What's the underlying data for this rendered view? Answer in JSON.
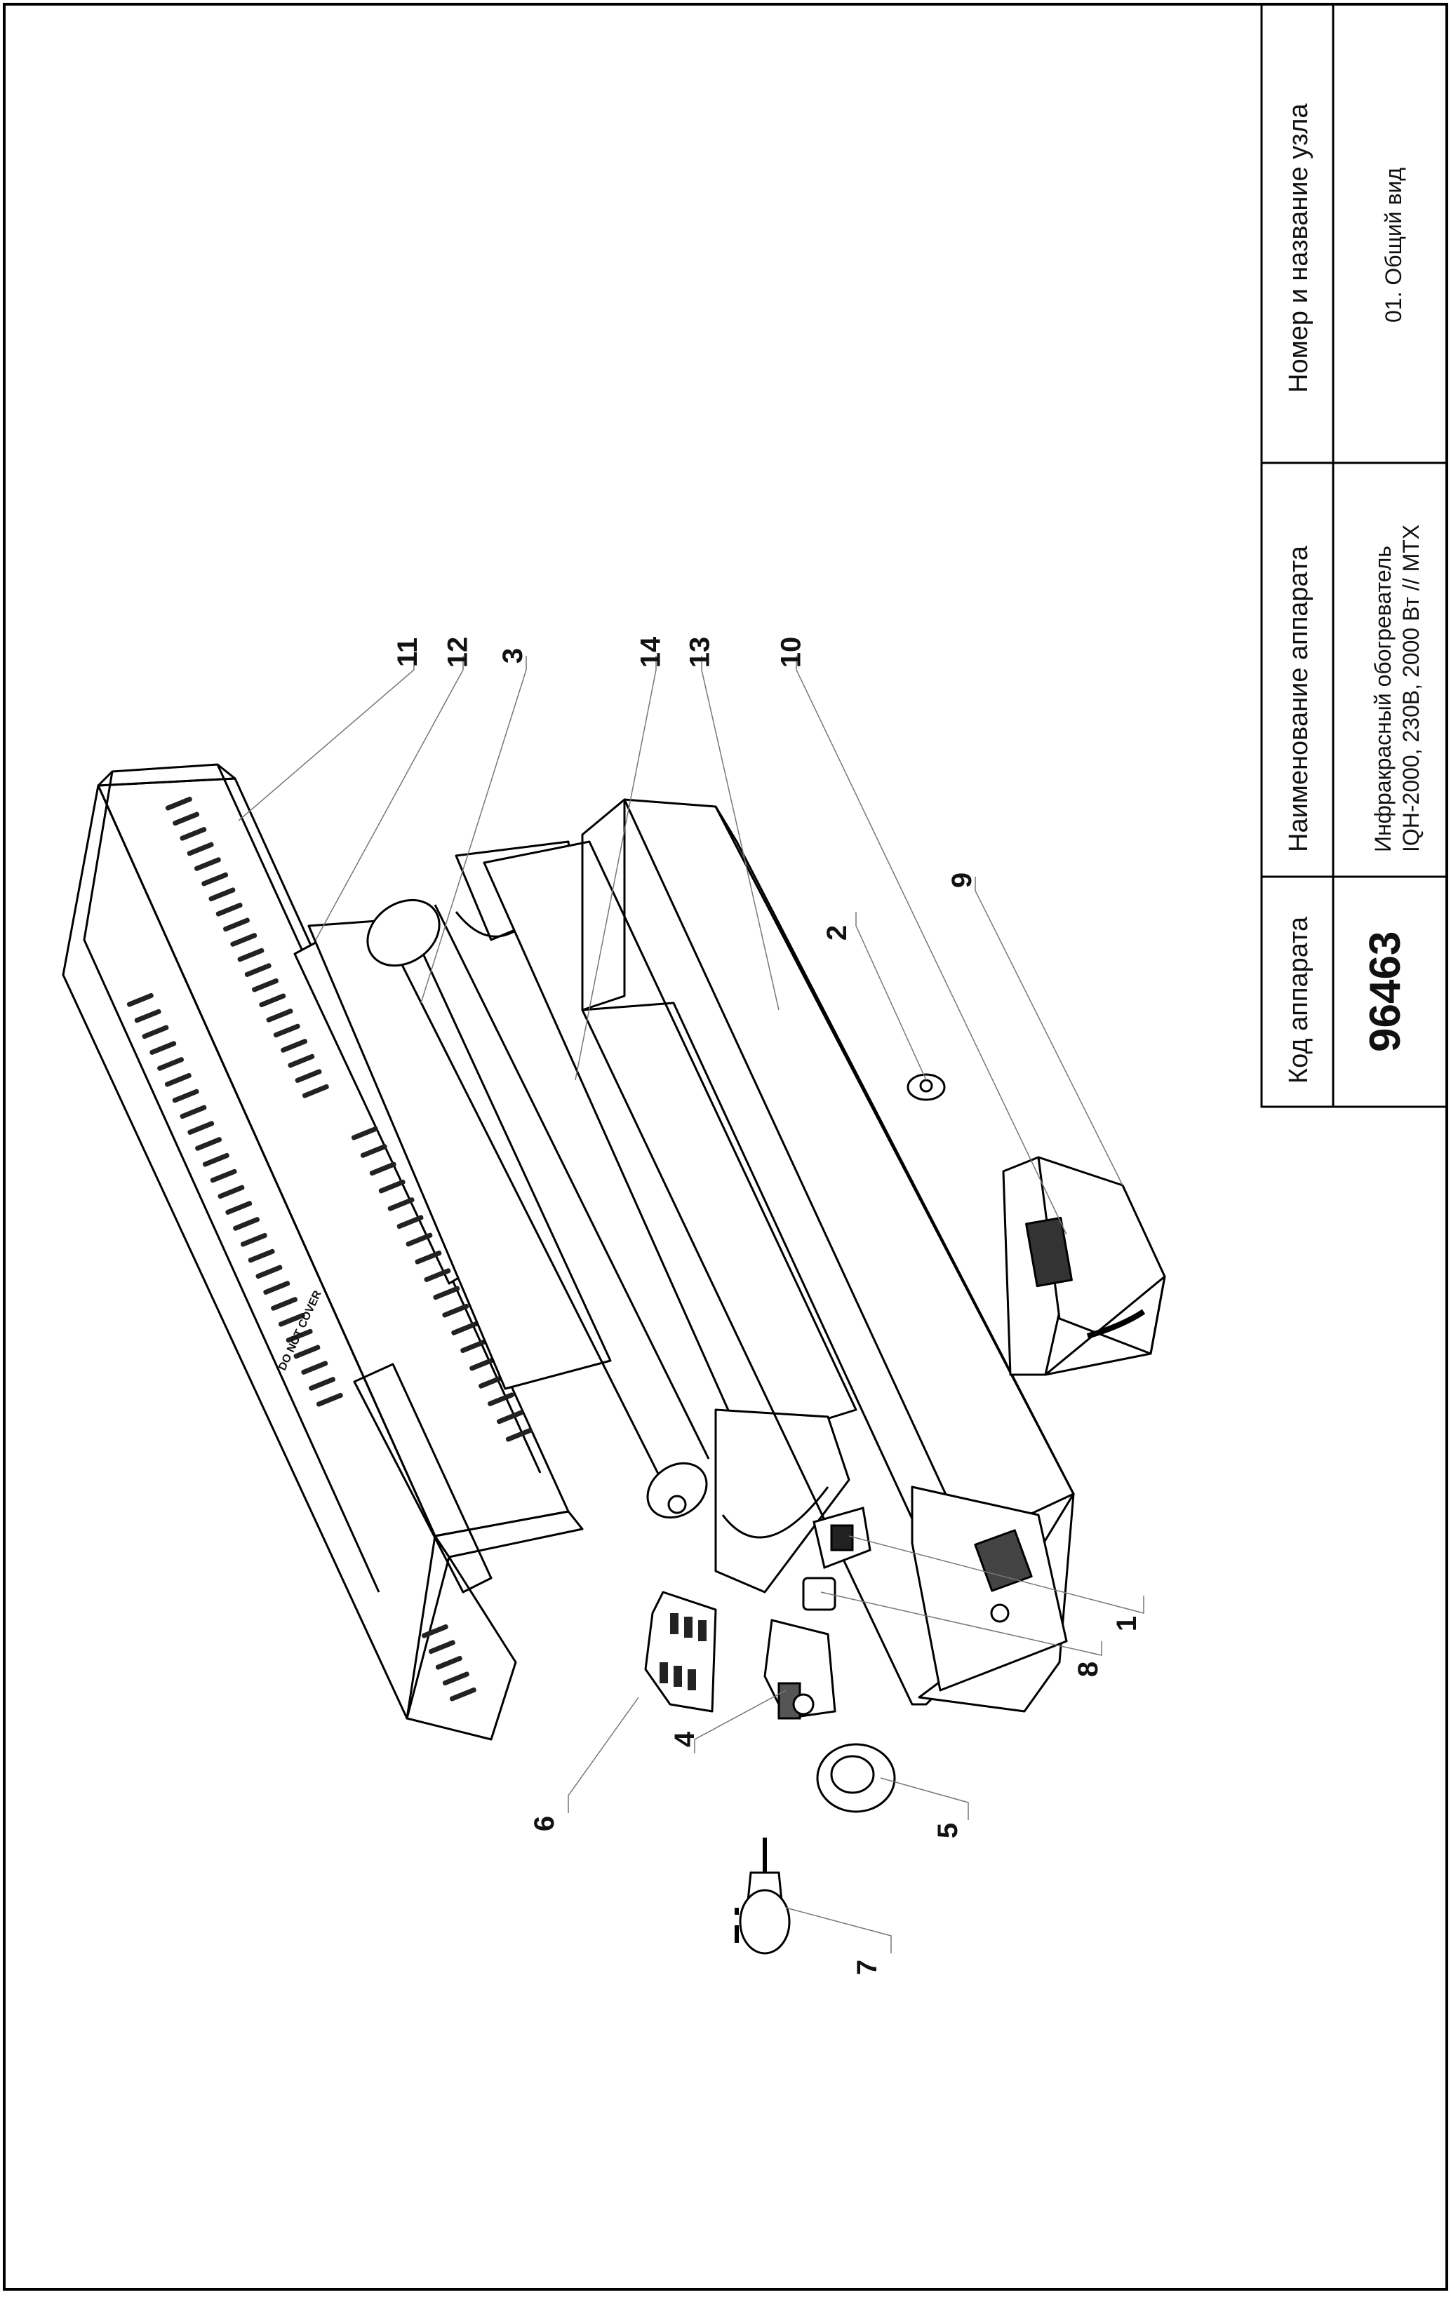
{
  "title_block": {
    "code_header": "Код аппарата",
    "code_value": "96463",
    "device_header": "Наименование аппарата",
    "device_name_line1": "Инфракрасный обогреватель",
    "device_name_line2": "IQH-2000, 230В, 2000 Вт // MTX",
    "unit_header": "Номер и название узла",
    "unit_value": "01. Общий вид"
  },
  "panel_label": "DO NOT COVER",
  "callouts": [
    "1",
    "2",
    "3",
    "4",
    "5",
    "6",
    "7",
    "8",
    "9",
    "10",
    "11",
    "12",
    "13",
    "14"
  ]
}
